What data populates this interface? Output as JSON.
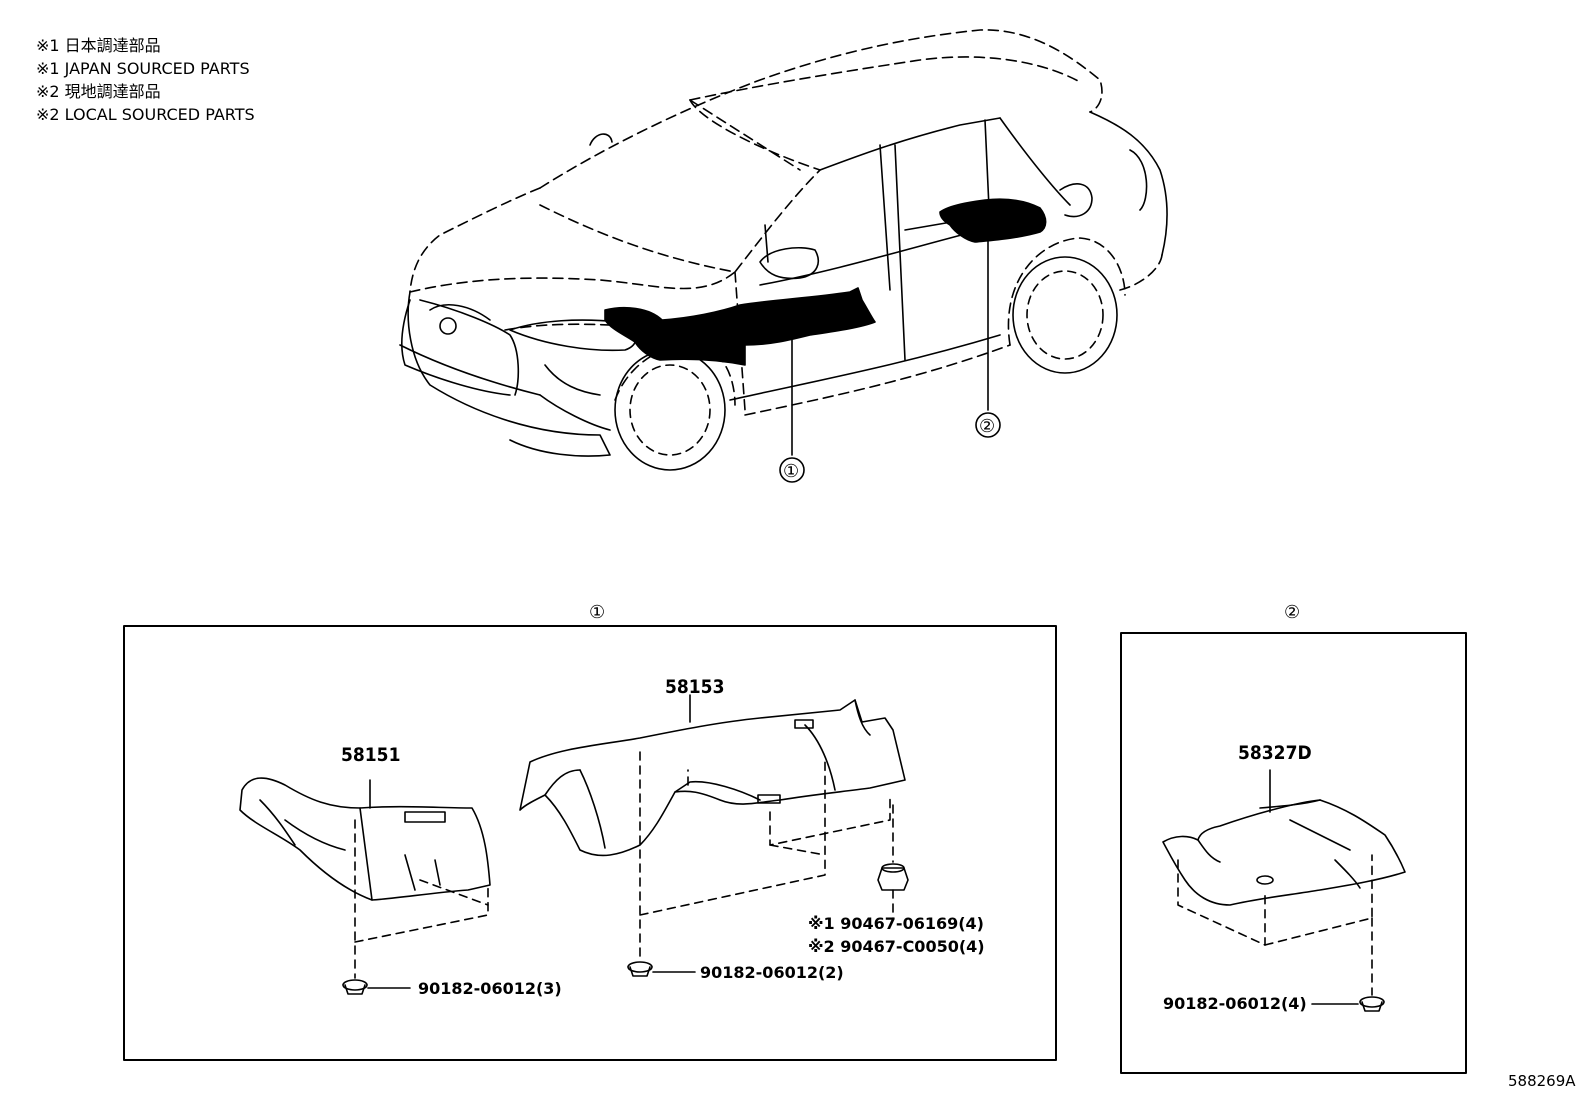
{
  "legend": [
    "※1 日本調達部品",
    "※1 JAPAN SOURCED PARTS",
    "※2 現地調達部品",
    "※2 LOCAL SOURCED PARTS"
  ],
  "reference_number": "588269A",
  "callouts": {
    "one": "①",
    "two": "②"
  },
  "panel_one": {
    "title": "①",
    "parts": {
      "p58151": "58151",
      "p58153": "58153"
    },
    "fasteners": {
      "clip_a": "90182-06012(3)",
      "clip_b": "90182-06012(2)",
      "nut_japan": "※1 90467-06169(4)",
      "nut_local": "※2 90467-C0050(4)"
    }
  },
  "panel_two": {
    "title": "②",
    "parts": {
      "p58327d": "58327D"
    },
    "fasteners": {
      "clip_c": "90182-06012(4)"
    }
  }
}
